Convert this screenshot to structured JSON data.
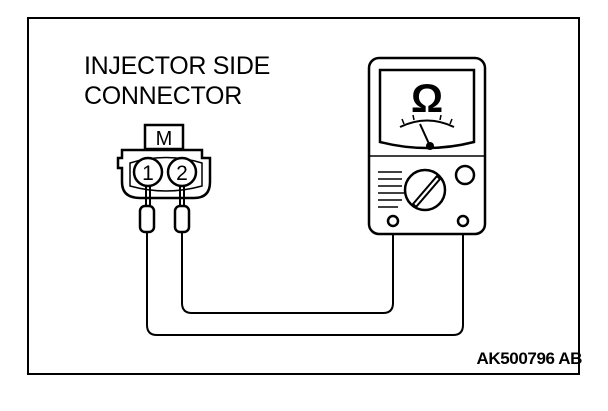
{
  "title": {
    "line_1": "INJECTOR SIDE",
    "line_2": "CONNECTOR"
  },
  "connector": {
    "lock_mark": "M",
    "pin_1": "1",
    "pin_2": "2"
  },
  "meter": {
    "unit_symbol": "Ω"
  },
  "figure_code": "AK500796 AB",
  "colors": {
    "line": "#000000",
    "background": "#ffffff"
  }
}
